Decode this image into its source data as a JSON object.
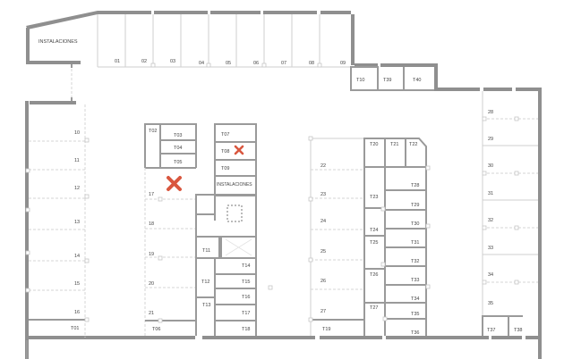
{
  "plan": {
    "rooms": {
      "installations_top": "INSTALACIONES",
      "installations_mid": "INSTALACIONES"
    },
    "parking_spots_top": [
      "01",
      "02",
      "03",
      "04",
      "05",
      "06",
      "07",
      "08",
      "09"
    ],
    "parking_spots_left": [
      "10",
      "11",
      "12",
      "13",
      "14",
      "15",
      "16"
    ],
    "parking_spots_center_left": [
      "17",
      "18",
      "19",
      "20",
      "21"
    ],
    "parking_spots_center_right": [
      "22",
      "23",
      "24",
      "25",
      "26",
      "27"
    ],
    "parking_spots_right": [
      "28",
      "29",
      "30",
      "31",
      "32",
      "33",
      "34",
      "35"
    ],
    "storage_rooms": {
      "T01": "T01",
      "T02": "T02",
      "T03": "T03",
      "T04": "T04",
      "T05": "T05",
      "T06": "T06",
      "T07": "T07",
      "T08": "T08",
      "T09": "T09",
      "T10": "T10",
      "T11": "T11",
      "T12": "T12",
      "T13": "T13",
      "T14": "T14",
      "T15": "T15",
      "T16": "T16",
      "T17": "T17",
      "T18": "T18",
      "T19": "T19",
      "T20": "T20",
      "T21": "T21",
      "T22": "T22",
      "T23": "T23",
      "T24": "T24",
      "T25": "T25",
      "T26": "T26",
      "T27": "T27",
      "T28": "T28",
      "T29": "T29",
      "T30": "T30",
      "T31": "T31",
      "T32": "T32",
      "T33": "T33",
      "T34": "T34",
      "T35": "T35",
      "T36": "T36",
      "T37": "T37",
      "T38": "T38",
      "T39": "T39",
      "T40": "T40"
    },
    "markers": [
      {
        "id": "sold-marker-1",
        "location": "17",
        "color": "#d9573f"
      },
      {
        "id": "sold-marker-2",
        "location": "T08",
        "color": "#d9573f"
      }
    ],
    "colors": {
      "wall": "#8f8f8f",
      "partition": "#9a9a9a",
      "marker": "#d9573f"
    }
  }
}
